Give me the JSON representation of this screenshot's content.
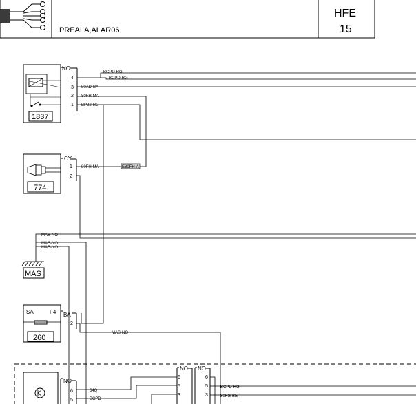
{
  "header": {
    "title": "PREALA,ALAR06",
    "code": "HFE",
    "page_number": "15"
  },
  "components": {
    "c1837": {
      "id": "1837",
      "connector": "NO",
      "pins": [
        "4",
        "3",
        "2",
        "1"
      ],
      "wires": [
        "BCPD-RG",
        "BCPD-RG",
        "80AD-BA",
        "80FH-MA",
        "BP32-RG"
      ]
    },
    "c774": {
      "id": "774",
      "connector": "CY",
      "pins": [
        "1",
        "2"
      ],
      "wire": "80FH-MA",
      "splice": "E80FH-A"
    },
    "mas": {
      "id": "MAS",
      "wires": [
        "MAS-NO",
        "MAS-NO",
        "MAS-NO"
      ]
    },
    "c260": {
      "id": "260",
      "label_left": "SA",
      "label_right": "F4",
      "connector": "BA",
      "pin": "2",
      "wire": "MAS-NO"
    },
    "bottom": {
      "left_connector": "NO",
      "left_pins": [
        "6",
        "5"
      ],
      "left_wires": [
        "64Q",
        "BCPD"
      ],
      "mid_connector_a": "NO",
      "mid_connector_b": "NO",
      "mid_pins_a": [
        "6",
        "5",
        "3"
      ],
      "mid_pins_b": [
        "6",
        "5",
        "3"
      ],
      "right_wires": [
        "BCPD-RG",
        "80FG-BE"
      ]
    }
  }
}
